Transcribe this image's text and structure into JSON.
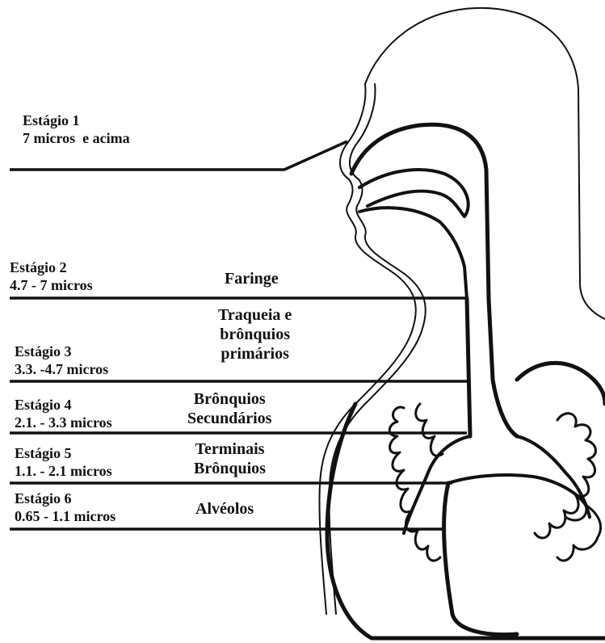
{
  "stages": [
    {
      "title": "Estágio 1",
      "range": "7 micros  e acima"
    },
    {
      "title": "Estágio 2",
      "range": "4.7 - 7 micros"
    },
    {
      "title": "Estágio 3",
      "range": "3.3. -4.7 micros"
    },
    {
      "title": "Estágio 4",
      "range": "2.1. - 3.3 micros"
    },
    {
      "title": "Estágio 5",
      "range": "1.1. - 2.1 micros"
    },
    {
      "title": "Estágio 6",
      "range": "0.65 - 1.1 micros"
    }
  ],
  "regions": {
    "faringe": "Faringe",
    "traqueia": [
      "Traqueia e",
      "brônquios",
      "primários"
    ],
    "bronquios_secundarios": [
      "Brônquios",
      "Secundários"
    ],
    "terminais": [
      "Terminais",
      "Brônquios"
    ],
    "alveolos": "Alvéolos"
  },
  "colors": {
    "ink": "#111111",
    "background": "#ffffff"
  }
}
